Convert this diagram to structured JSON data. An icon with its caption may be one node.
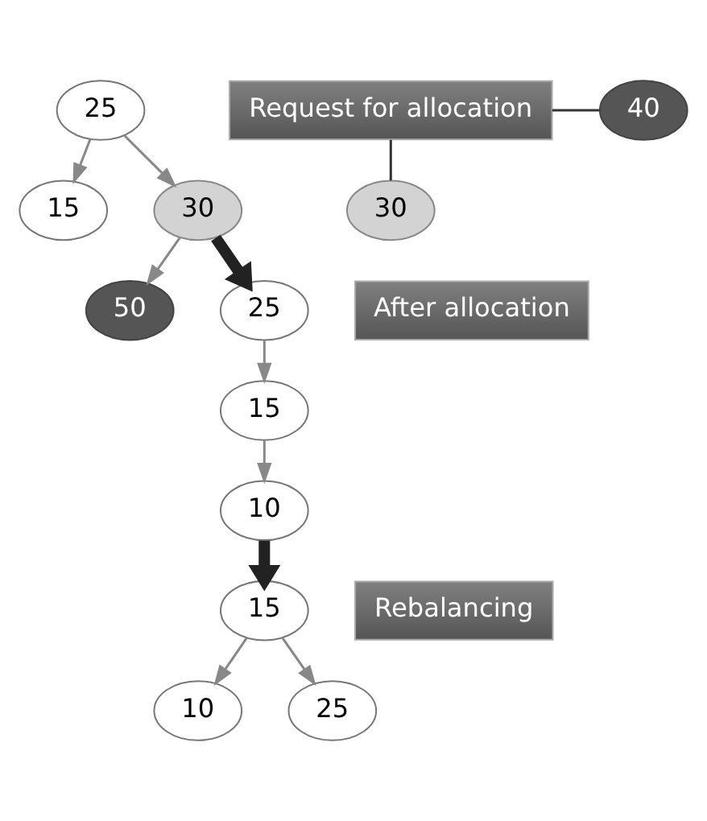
{
  "diagram": {
    "nodes": [
      {
        "text": [
          "25"
        ]
      },
      {
        "text": [
          "40"
        ]
      },
      {
        "text": [
          "Request for allocation"
        ]
      },
      {
        "text": [
          "30"
        ]
      },
      {
        "text": [
          "15"
        ]
      },
      {
        "text": [
          "30"
        ]
      },
      {
        "text": [
          "50"
        ]
      },
      {
        "text": [
          "25"
        ]
      },
      {
        "text": [
          "After allocation"
        ]
      },
      {
        "text": [
          "15"
        ]
      },
      {
        "text": [
          "10"
        ]
      },
      {
        "text": [
          "Rebalancing"
        ]
      },
      {
        "text": [
          "15"
        ]
      },
      {
        "text": [
          "10"
        ]
      },
      {
        "text": [
          "25"
        ]
      }
    ],
    "edges": [
      {
        "from": 2,
        "to": 1,
        "arrow": "none",
        "color": "#333333"
      },
      {
        "from": 2,
        "to": 3,
        "arrow": "none",
        "color": "#333333"
      },
      {
        "from": 0,
        "to": 4,
        "arrow": "to"
      },
      {
        "from": 0,
        "to": 5,
        "arrow": "to"
      },
      {
        "from": 5,
        "to": 6,
        "arrow": "to"
      },
      {
        "from": 5,
        "to": 7,
        "arrow": "to",
        "style": "thick",
        "color": "#222222"
      },
      {
        "from": 7,
        "to": 9,
        "arrow": "to"
      },
      {
        "from": 9,
        "to": 10,
        "arrow": "to"
      },
      {
        "from": 10,
        "to": 12,
        "arrow": "to",
        "style": "thick",
        "color": "#222222"
      },
      {
        "from": 12,
        "to": 13,
        "arrow": "to"
      },
      {
        "from": 12,
        "to": 14,
        "arrow": "to"
      }
    ]
  }
}
